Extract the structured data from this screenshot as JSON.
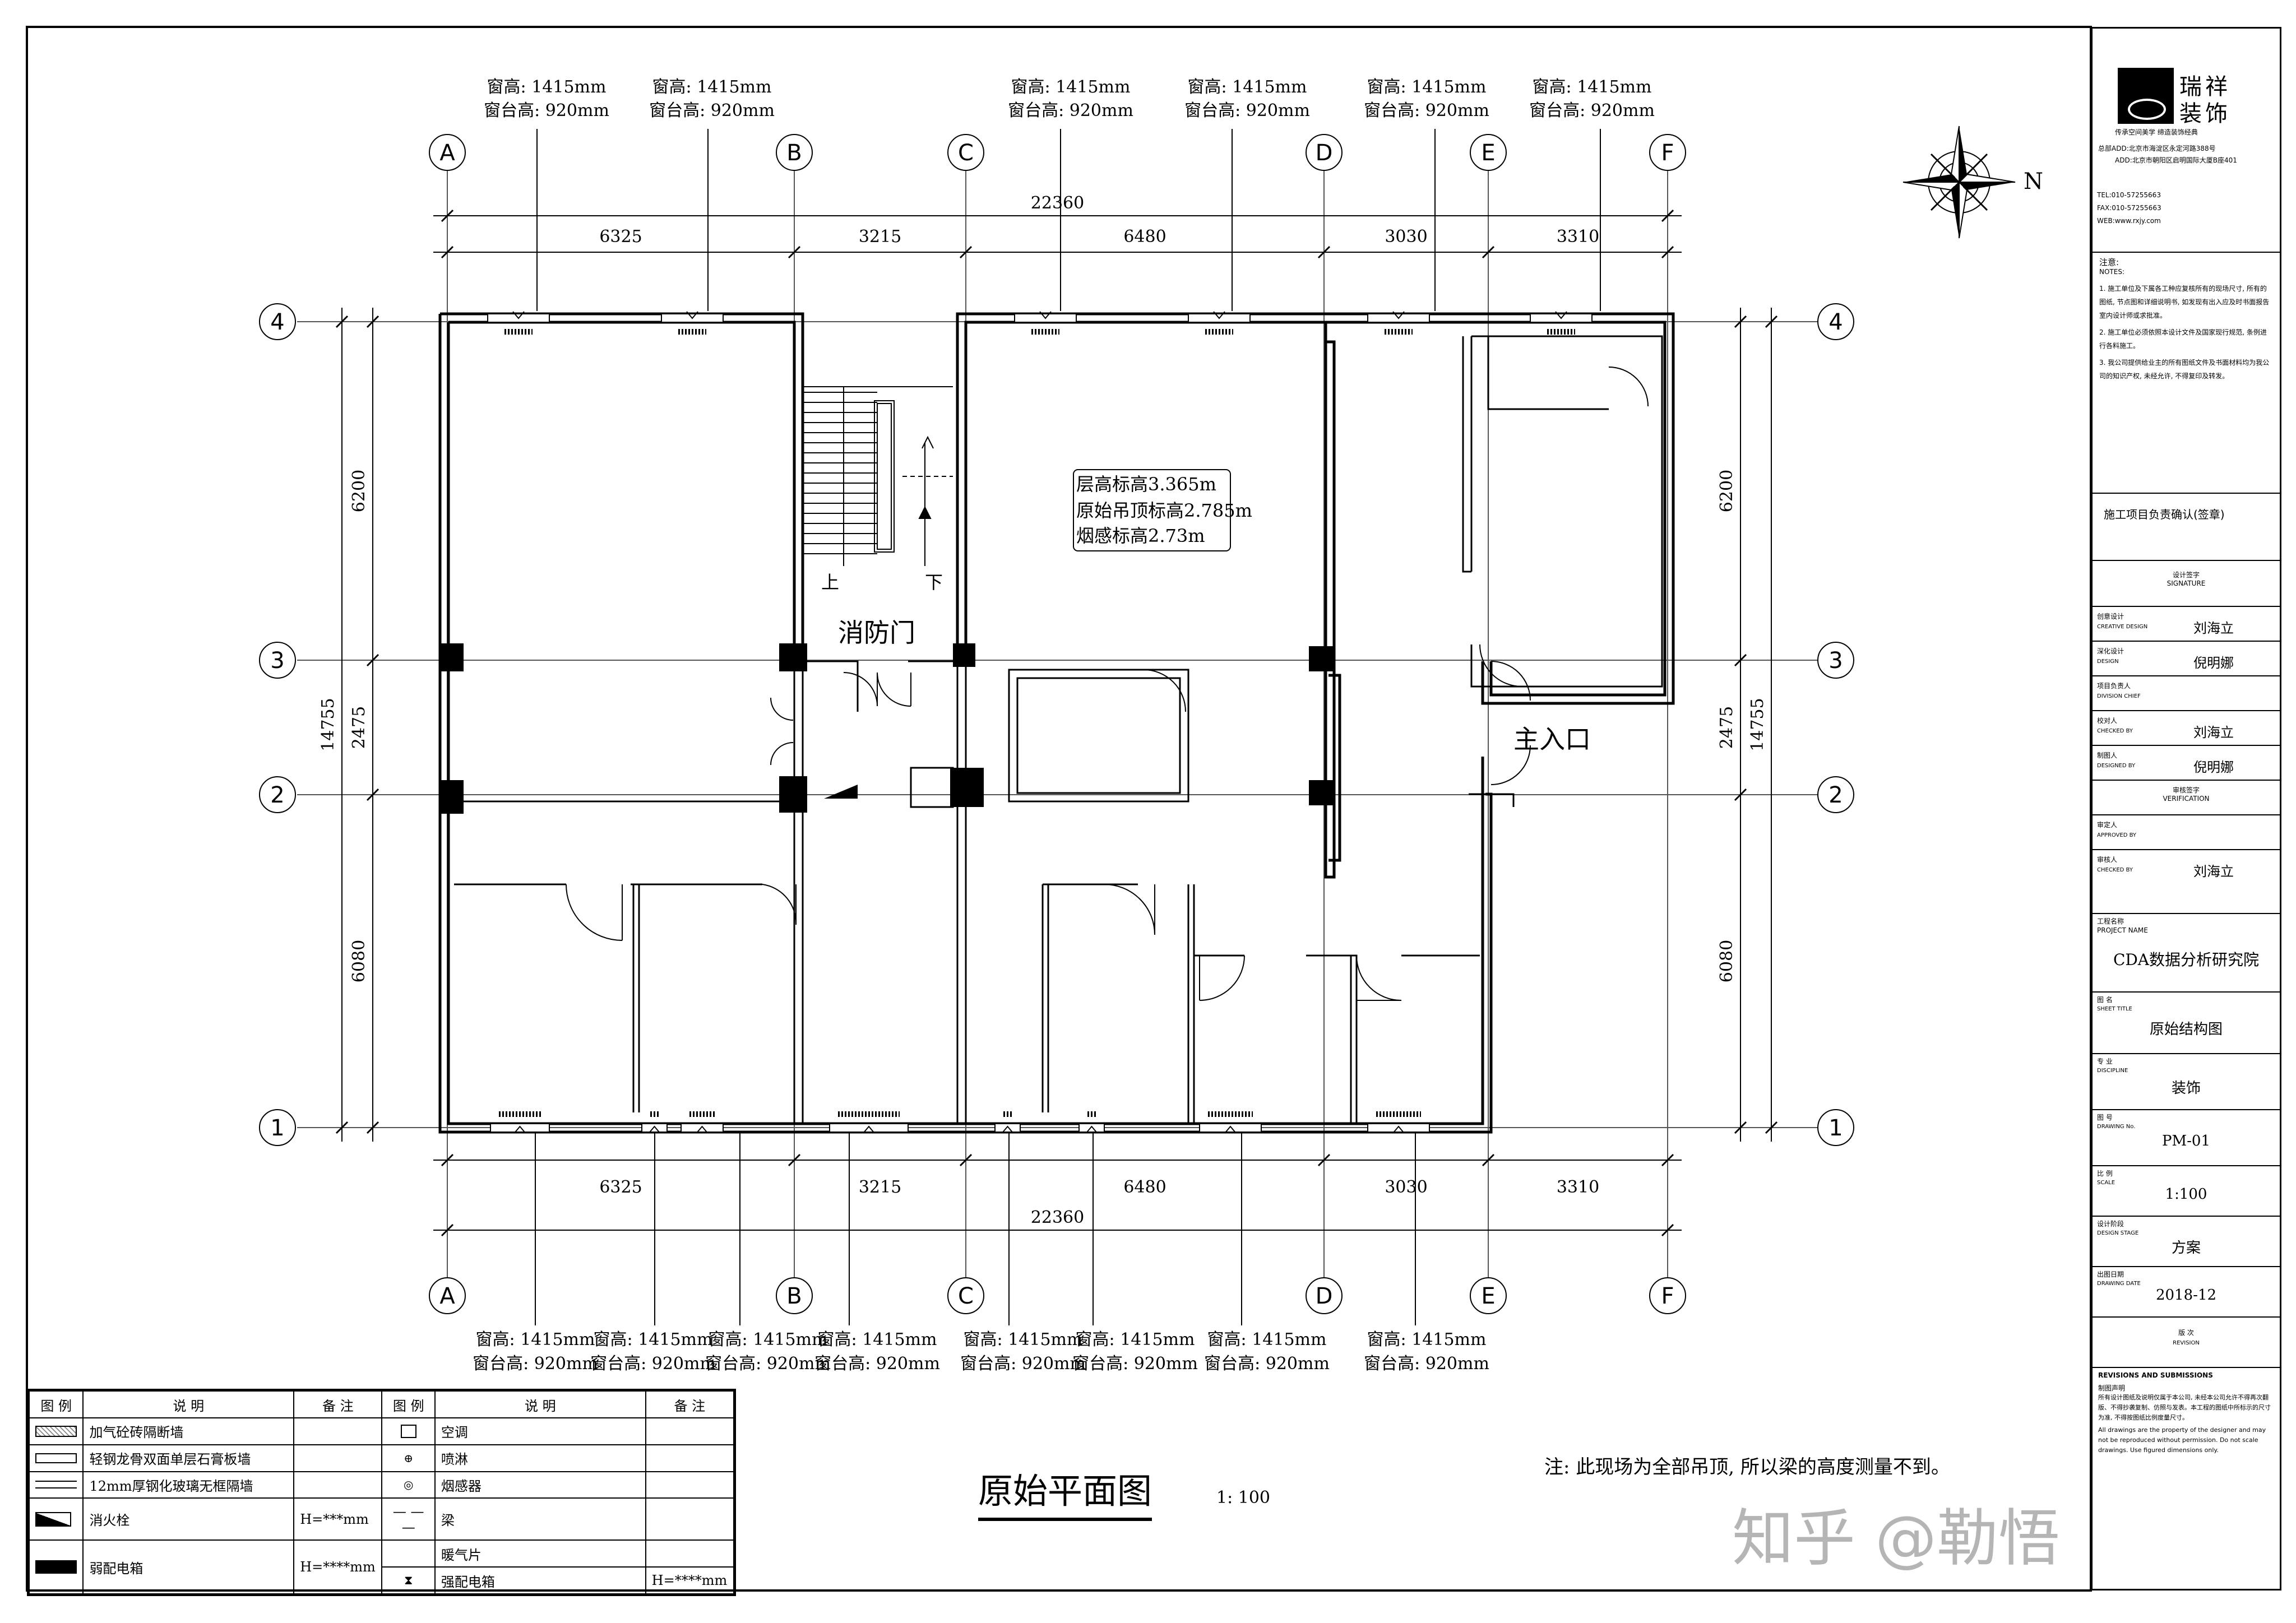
{
  "drawing": {
    "title": "原始平面图",
    "title_scale": "1: 100",
    "note": "注: 此现场为全部吊顶, 所以梁的高度测量不到。",
    "watermark": "知乎 @勒悟",
    "stair_up": "上",
    "stair_down": "下",
    "fire_door": "消防门",
    "main_entrance": "主入口",
    "north": "N",
    "info_box": [
      "层高标高3.365m",
      "原始吊顶标高2.785m",
      "烟感标高2.73m"
    ]
  },
  "grid": {
    "cols": [
      "A",
      "B",
      "C",
      "D",
      "E",
      "F"
    ],
    "rows": [
      "4",
      "3",
      "2",
      "1"
    ],
    "top_dims": [
      "6325",
      "3215",
      "6480",
      "3030",
      "3310"
    ],
    "bottom_dims": [
      "6325",
      "3215",
      "6480",
      "3030",
      "3310"
    ],
    "total": "22360",
    "left_dims": [
      "6200",
      "2475",
      "6080"
    ],
    "left_total": "14755",
    "right_dims": [
      "6200",
      "2475",
      "6080"
    ],
    "right_total": "14755"
  },
  "window_label": {
    "height": "窗高: 1415mm",
    "sill": "窗台高: 920mm"
  },
  "legend": {
    "headers": [
      "图 例",
      "说 明",
      "备 注",
      "图 例",
      "说 明",
      "备 注"
    ],
    "left": [
      {
        "desc": "加气砼砖隔断墙",
        "note": ""
      },
      {
        "desc": "轻钢龙骨双面单层石膏板墙",
        "note": ""
      },
      {
        "desc": "12mm厚钢化玻璃无框隔墙",
        "note": ""
      },
      {
        "desc": "消火栓",
        "note": "H=***mm"
      },
      {
        "desc": "弱配电箱",
        "note": "H=****mm"
      }
    ],
    "right": [
      {
        "desc": "空调",
        "note": ""
      },
      {
        "desc": "喷淋",
        "note": ""
      },
      {
        "desc": "烟感器",
        "note": ""
      },
      {
        "desc": "梁",
        "note": ""
      },
      {
        "desc": "暖气片",
        "note": ""
      },
      {
        "desc": "强配电箱",
        "note": "H=****mm"
      }
    ]
  },
  "title_block": {
    "company_cn": "瑞祥装饰",
    "slogan": "传承空间美学 缔造装饰经典",
    "addr1": "总部ADD:北京市海淀区永定河路388号",
    "addr2": "ADD:北京市朝阳区启明国际大厦B座401",
    "tel": "TEL:010-57255663",
    "fax": "FAX:010-57255663",
    "web": "WEB:www.rxjy.com",
    "notes_title": "注意:",
    "notes_title_en": "NOTES:",
    "notes": [
      "1. 施工单位及下属各工种应复核所有的现场尺寸, 所有的图纸, 节点图和详细说明书, 如发现有出入应及时书面报告室内设计师或求批准。",
      "2. 施工单位必须依照本设计文件及国家现行规范, 条例进行各料施工。",
      "3. 我公司提供给业主的所有图纸文件及书面材料均为我公司的知识产权, 未经允许, 不得复印及转发。"
    ],
    "confirm": "施工项目负责确认(签章)",
    "signature_title": "设计签字",
    "signature_title_en": "SIGNATURE",
    "roles": [
      {
        "cn": "创意设计",
        "en": "CREATIVE DESIGN",
        "name": "刘海立"
      },
      {
        "cn": "深化设计",
        "en": "DESIGN",
        "name": "倪明娜"
      },
      {
        "cn": "项目负责人",
        "en": "DIVISION CHIEF",
        "name": ""
      },
      {
        "cn": "校对人",
        "en": "CHECKED BY",
        "name": "刘海立"
      },
      {
        "cn": "制图人",
        "en": "DESIGNED BY",
        "name": "倪明娜"
      }
    ],
    "verify_title": "审核签字",
    "verify_title_en": "VERIFICATION",
    "verify_roles": [
      {
        "cn": "审定人",
        "en": "APPROVED BY",
        "name": ""
      },
      {
        "cn": "审核人",
        "en": "CHECKED BY",
        "name": "刘海立"
      }
    ],
    "project_label": "工程名称",
    "project_label_en": "PROJECT NAME",
    "project": "CDA数据分析研究院",
    "sheet_label": "图 名",
    "sheet_label_en": "SHEET TITLE",
    "sheet": "原始结构图",
    "discipline_label": "专 业",
    "discipline_label_en": "DISCIPLINE",
    "discipline": "装饰",
    "drawing_no_label": "图 号",
    "drawing_no_label_en": "DRAWING No.",
    "drawing_no": "PM-01",
    "scale_label": "比 例",
    "scale_label_en": "SCALE",
    "scale": "1:100",
    "stage_label": "设计阶段",
    "stage_label_en": "DESIGN STAGE",
    "stage": "方案",
    "date_label": "出图日期",
    "date_label_en": "DRAWING DATE",
    "date": "2018-12",
    "revision_label": "版 次",
    "revision_label_en": "REVISION",
    "revisions_title": "REVISIONS AND SUBMISSIONS",
    "copyright_title": "制图声明",
    "copyright_text": "所有设计图纸及说明仅属于本公司, 未经本公司允许不得再次翻版、不得抄袭复制、仿照与发表。本工程的图纸中所标示的尺寸为准, 不得按图纸比例度量尺寸。",
    "copyright_en": "All drawings are the property of the designer and may not be reproduced without permission. Do not scale drawings. Use figured dimensions only."
  }
}
